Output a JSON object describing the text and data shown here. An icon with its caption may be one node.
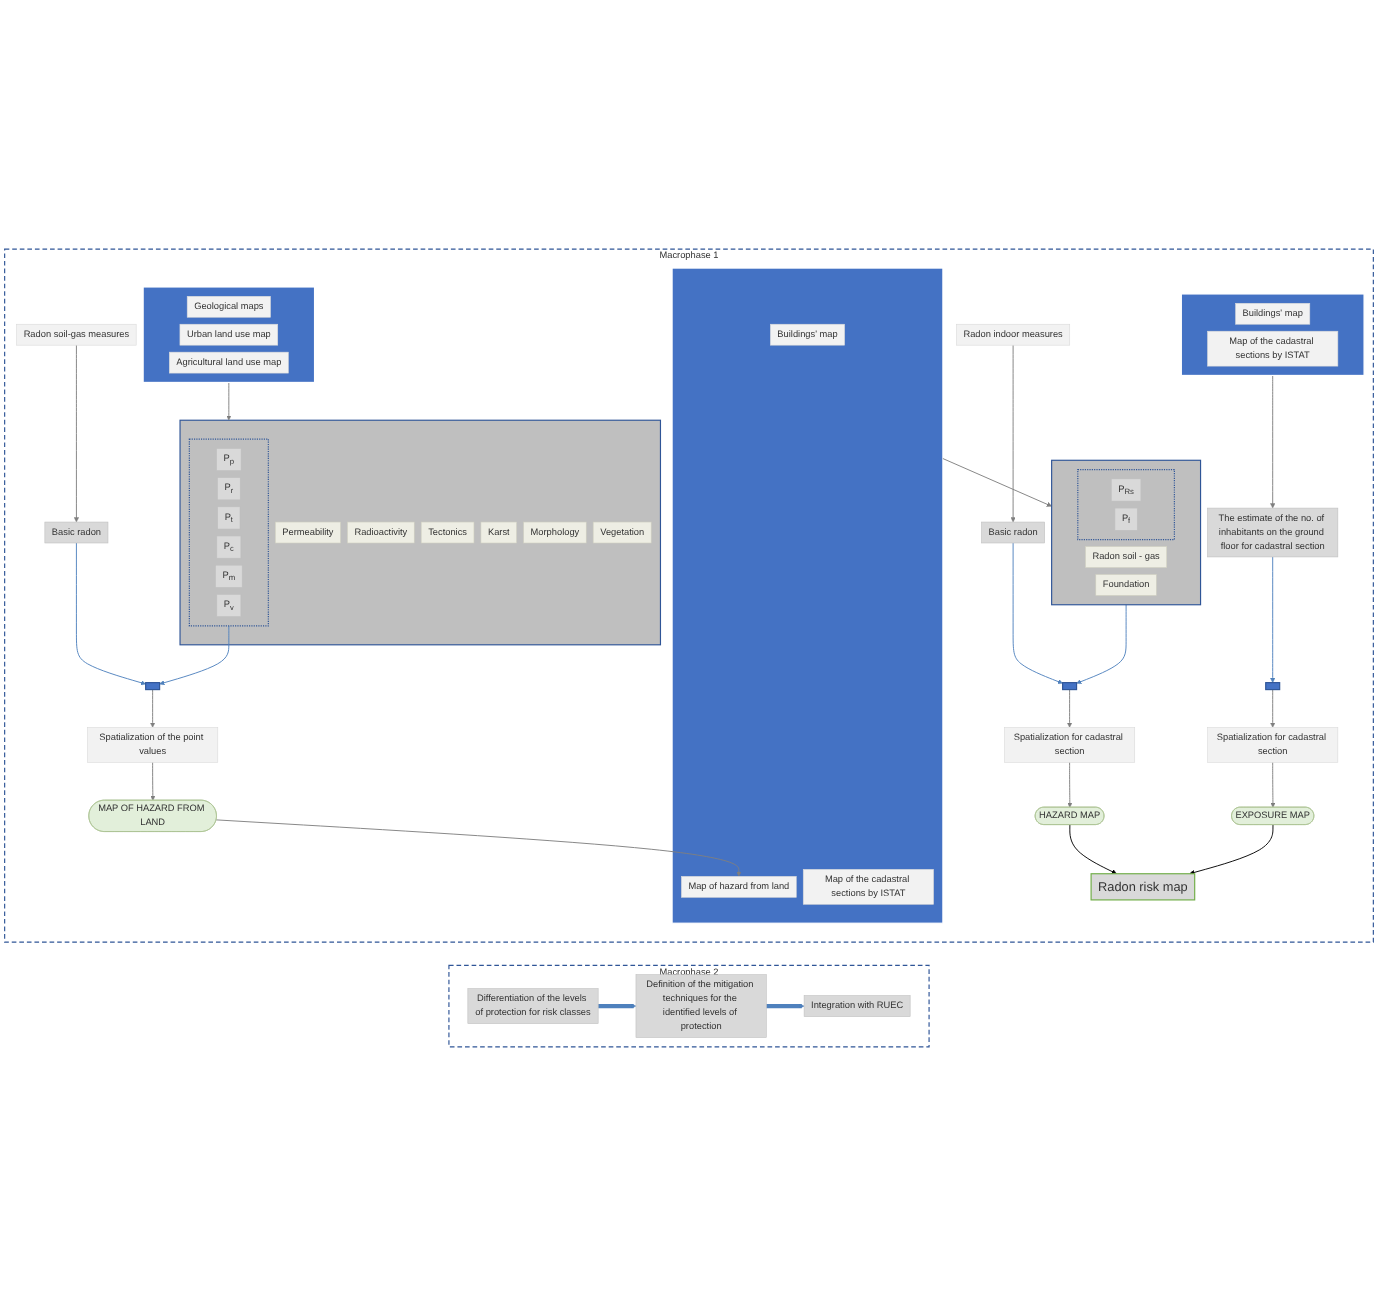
{
  "diagram": {
    "nodes": [
      {
        "text": [
          "Macrophase 1"
        ]
      },
      {
        "text": [],
        "shape": "box",
        "in": 0
      },
      {
        "text": [
          "Geological maps"
        ],
        "in": 1
      },
      {
        "text": [
          "Urban land use map"
        ],
        "in": 1
      },
      {
        "text": [
          "Agricultural land use map"
        ],
        "in": 1
      },
      {
        "text": [
          "Radon soil-gas measures"
        ],
        "in": 0
      },
      {
        "text": [],
        "shape": "box",
        "in": 0
      },
      {
        "text": [
          "Buildings' map"
        ],
        "in": 6
      },
      {
        "text": [
          "Map of the cadastral sections by ISTAT"
        ],
        "in": 6
      },
      {
        "text": [
          "Map of hazard from land"
        ],
        "in": 6
      },
      {
        "text": [
          "Radon indoor measures"
        ],
        "in": 0
      },
      {
        "text": [],
        "shape": "box",
        "in": 0
      },
      {
        "text": [
          "Buildings' map"
        ],
        "in": 11
      },
      {
        "text": [
          "Map of the cadastral sections by ISTAT"
        ],
        "in": 11
      },
      {
        "text": [],
        "shape": "box",
        "in": 0
      },
      {
        "text": [
          "Permeability"
        ],
        "in": 14
      },
      {
        "text": [
          "Radioactivity"
        ],
        "in": 14
      },
      {
        "text": [
          "Tectonics"
        ],
        "in": 14
      },
      {
        "text": [
          "Karst"
        ],
        "in": 14
      },
      {
        "text": [
          "Morphology"
        ],
        "in": 14
      },
      {
        "text": [
          "Vegetation"
        ],
        "in": 14
      },
      {
        "text": [],
        "shape": "box",
        "in": 14
      },
      {
        "text": [
          "P$_{p}$"
        ],
        "in": 21
      },
      {
        "text": [
          "P$_{r}$"
        ],
        "in": 21
      },
      {
        "text": [
          "P$_{t}$"
        ],
        "in": 21
      },
      {
        "text": [
          "P$_{c}$"
        ],
        "in": 21
      },
      {
        "text": [
          "P$_{m}$"
        ],
        "in": 21
      },
      {
        "text": [
          "P$_{v}$"
        ],
        "in": 21
      },
      {
        "text": [
          "Basic radon"
        ],
        "in": 0
      },
      {
        "text": [],
        "shape": "box",
        "in": 0
      },
      {
        "text": [],
        "shape": "box",
        "in": 0
      },
      {
        "text": [
          "Radon soil - gas"
        ],
        "in": 30
      },
      {
        "text": [
          "Foundation"
        ],
        "in": 30
      },
      {
        "text": [],
        "shape": "box",
        "in": 30
      },
      {
        "text": [
          "P$_{Rs}$"
        ],
        "in": 33
      },
      {
        "text": [
          "P$_{f}$"
        ],
        "in": 33
      },
      {
        "text": [
          "Basic radon"
        ],
        "in": 0
      },
      {
        "text": [],
        "shape": "box",
        "in": 0
      },
      {
        "text": [
          "The estimate of the no. of inhabitants on the ground floor for cadastral section"
        ],
        "in": 0
      },
      {
        "text": [],
        "shape": "box",
        "in": 0
      },
      {
        "text": [
          "Spatialization of the point values"
        ],
        "in": 0
      },
      {
        "text": [
          "MAP OF HAZARD FROM LAND"
        ],
        "in": 0
      },
      {
        "text": [
          "Spatialization for cadastral section"
        ],
        "in": 0
      },
      {
        "text": [
          "HAZARD MAP"
        ],
        "in": 0
      },
      {
        "text": [
          "Spatialization for cadastral section"
        ],
        "in": 0
      },
      {
        "text": [
          "EXPOSURE MAP"
        ],
        "in": 0
      },
      {
        "text": [
          "Radon risk map"
        ],
        "in": 0
      },
      {
        "text": [
          "Macrophase 2"
        ]
      },
      {
        "text": [
          "Differentiation of the levels of protection for risk classes"
        ],
        "in": 47
      },
      {
        "text": [
          "Definition of the mitigation techniques for the identified levels of protection"
        ],
        "in": 47
      },
      {
        "text": [
          "Integration with RUEC"
        ],
        "in": 47
      }
    ],
    "edges": [
      {
        "from": 1,
        "to": 14,
        "arrow": "to"
      },
      {
        "from": 5,
        "to": 28,
        "arrow": "to"
      },
      {
        "from": 21,
        "to": 29,
        "arrow": "to",
        "color": "#4f81bd"
      },
      {
        "from": 28,
        "to": 29,
        "arrow": "to",
        "color": "#4f81bd"
      },
      {
        "from": 29,
        "to": 40,
        "arrow": "to"
      },
      {
        "from": 40,
        "to": 41,
        "arrow": "to"
      },
      {
        "from": 41,
        "to": 9,
        "arrow": "to"
      },
      {
        "from": 6,
        "to": 30,
        "arrow": "to"
      },
      {
        "from": 10,
        "to": 36,
        "arrow": "to"
      },
      {
        "from": 30,
        "to": 37,
        "arrow": "to",
        "color": "#4f81bd"
      },
      {
        "from": 36,
        "to": 37,
        "arrow": "to",
        "color": "#4f81bd"
      },
      {
        "from": 37,
        "to": 42,
        "arrow": "to"
      },
      {
        "from": 42,
        "to": 43,
        "arrow": "to"
      },
      {
        "from": 11,
        "to": 38,
        "arrow": "to"
      },
      {
        "from": 38,
        "to": 39,
        "arrow": "to",
        "color": "#4f81bd"
      },
      {
        "from": 39,
        "to": 44,
        "arrow": "to"
      },
      {
        "from": 44,
        "to": 45,
        "arrow": "to"
      },
      {
        "from": 43,
        "to": 46,
        "arrow": "to",
        "color": "#000000"
      },
      {
        "from": 45,
        "to": 46,
        "arrow": "to",
        "color": "#000000"
      },
      {
        "from": 48,
        "to": 49,
        "arrow": "to",
        "style": "thick",
        "color": "#4f81bd"
      },
      {
        "from": 49,
        "to": 50,
        "arrow": "to",
        "style": "thick",
        "color": "#4f81bd"
      }
    ]
  }
}
